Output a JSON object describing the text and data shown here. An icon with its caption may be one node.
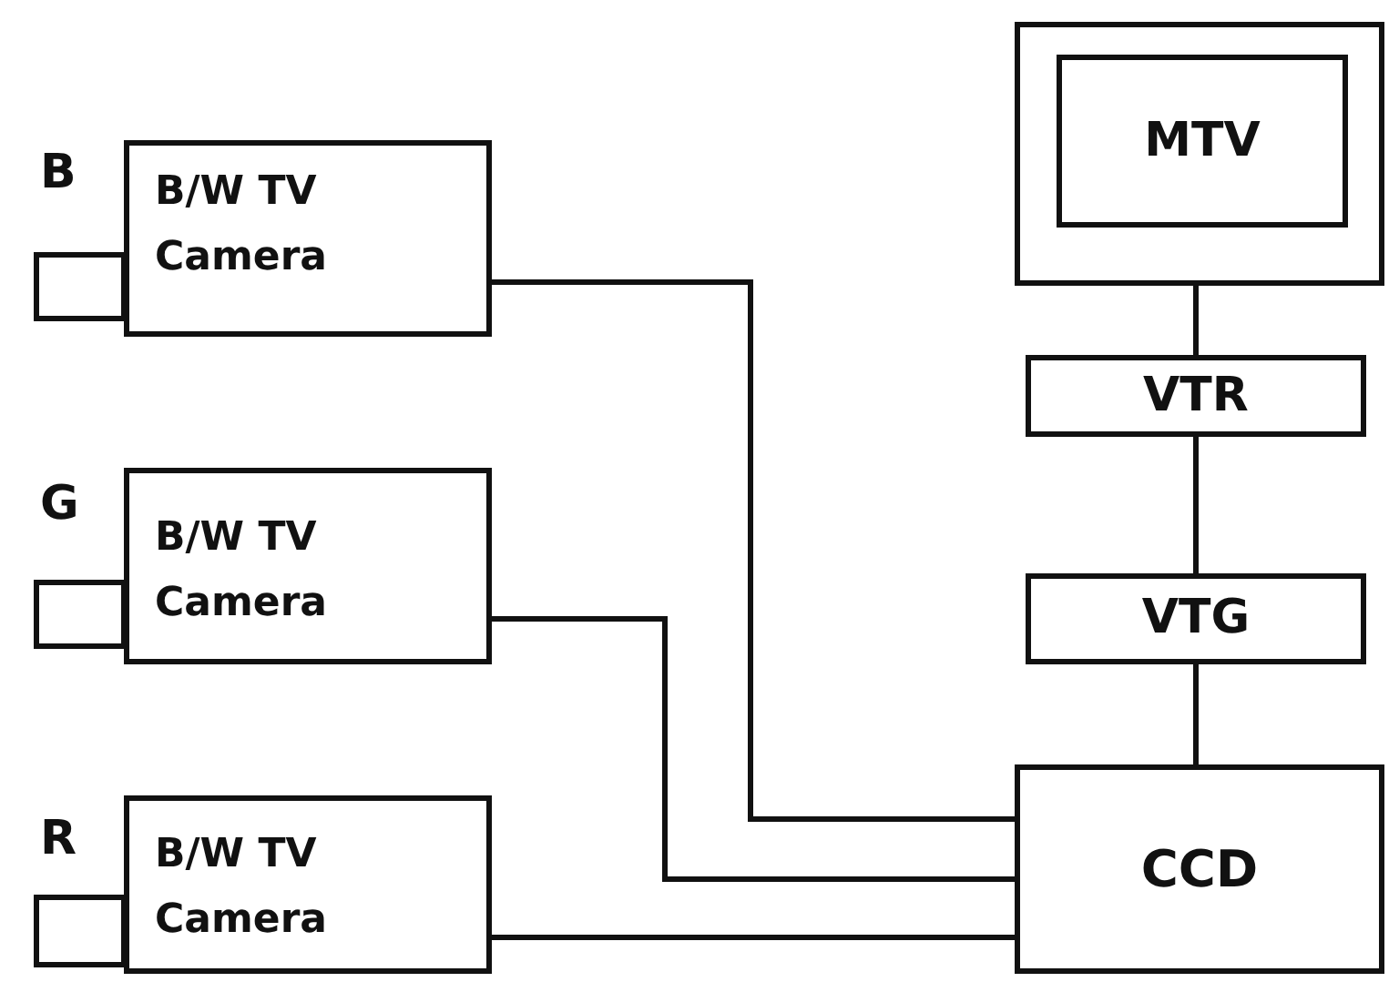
{
  "diagram": {
    "nodes": [
      {
        "text": [
          "B/W TV Camera"
        ],
        "beside": [
          "B"
        ]
      },
      {
        "text": [
          "B/W TV Camera"
        ],
        "beside": [
          "G"
        ]
      },
      {
        "text": [
          "B/W TV Camera"
        ],
        "beside": [
          "R"
        ]
      },
      {
        "text": [],
        "shape": "box"
      },
      {
        "text": [
          "MTV"
        ],
        "in": 3
      },
      {
        "text": [
          "VTR"
        ]
      },
      {
        "text": [
          "VTG"
        ]
      },
      {
        "text": [
          "CCD"
        ]
      }
    ],
    "edges": [
      {
        "from": 0,
        "to": 7,
        "arrow": "none"
      },
      {
        "from": 1,
        "to": 7,
        "arrow": "none"
      },
      {
        "from": 2,
        "to": 7,
        "arrow": "none"
      },
      {
        "from": 3,
        "to": 5,
        "arrow": "none"
      },
      {
        "from": 5,
        "to": 6,
        "arrow": "none"
      },
      {
        "from": 6,
        "to": 7,
        "arrow": "none"
      }
    ]
  }
}
